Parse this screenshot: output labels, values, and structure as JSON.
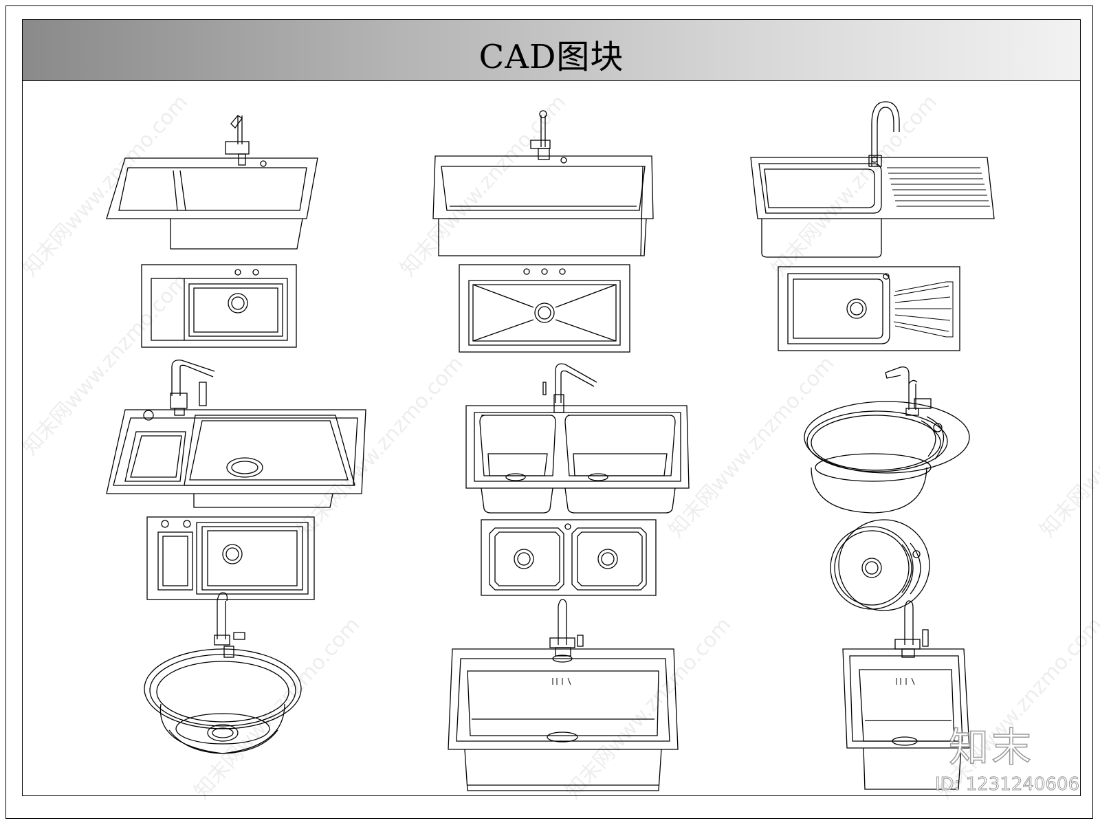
{
  "title": "CAD图块",
  "watermark": "知末网www.znzmo.com",
  "logo": "知末",
  "id_label": "ID: 1231240606",
  "sinks": [
    {
      "name": "single-bowl-with-drainboard"
    },
    {
      "name": "rectangular-single-bowl"
    },
    {
      "name": "bowl-with-ribbed-drainer"
    },
    {
      "name": "multi-function-single-bowl"
    },
    {
      "name": "double-bowl"
    },
    {
      "name": "round-bowl-with-wing"
    },
    {
      "name": "round-bowl"
    },
    {
      "name": "large-undermount-bowl"
    },
    {
      "name": "small-square-bowl"
    }
  ]
}
